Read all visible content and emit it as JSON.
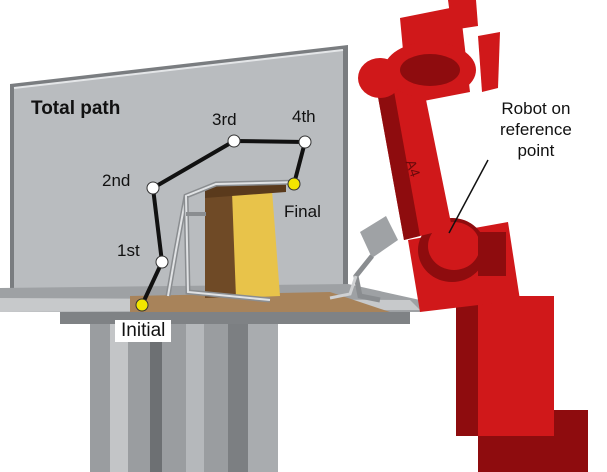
{
  "title": "Total path",
  "waypoints": [
    {
      "label": "Initial",
      "kind": "endpoint",
      "color": "#f2e600"
    },
    {
      "label": "1st",
      "kind": "via",
      "color": "#ffffff"
    },
    {
      "label": "2nd",
      "kind": "via",
      "color": "#ffffff"
    },
    {
      "label": "3rd",
      "kind": "via",
      "color": "#ffffff"
    },
    {
      "label": "4th",
      "kind": "via",
      "color": "#ffffff"
    },
    {
      "label": "Final",
      "kind": "endpoint",
      "color": "#f2e600"
    }
  ],
  "callout": {
    "lines": [
      "Robot on",
      "reference",
      "point"
    ]
  },
  "robot_marking": "A4",
  "colors": {
    "robot": "#d0181a",
    "robot_dark": "#8e0c0e",
    "panel": "#b9bcbf",
    "table_top": "#a8835a",
    "fixture_box": "#e8c34a",
    "path_line": "#111111"
  }
}
